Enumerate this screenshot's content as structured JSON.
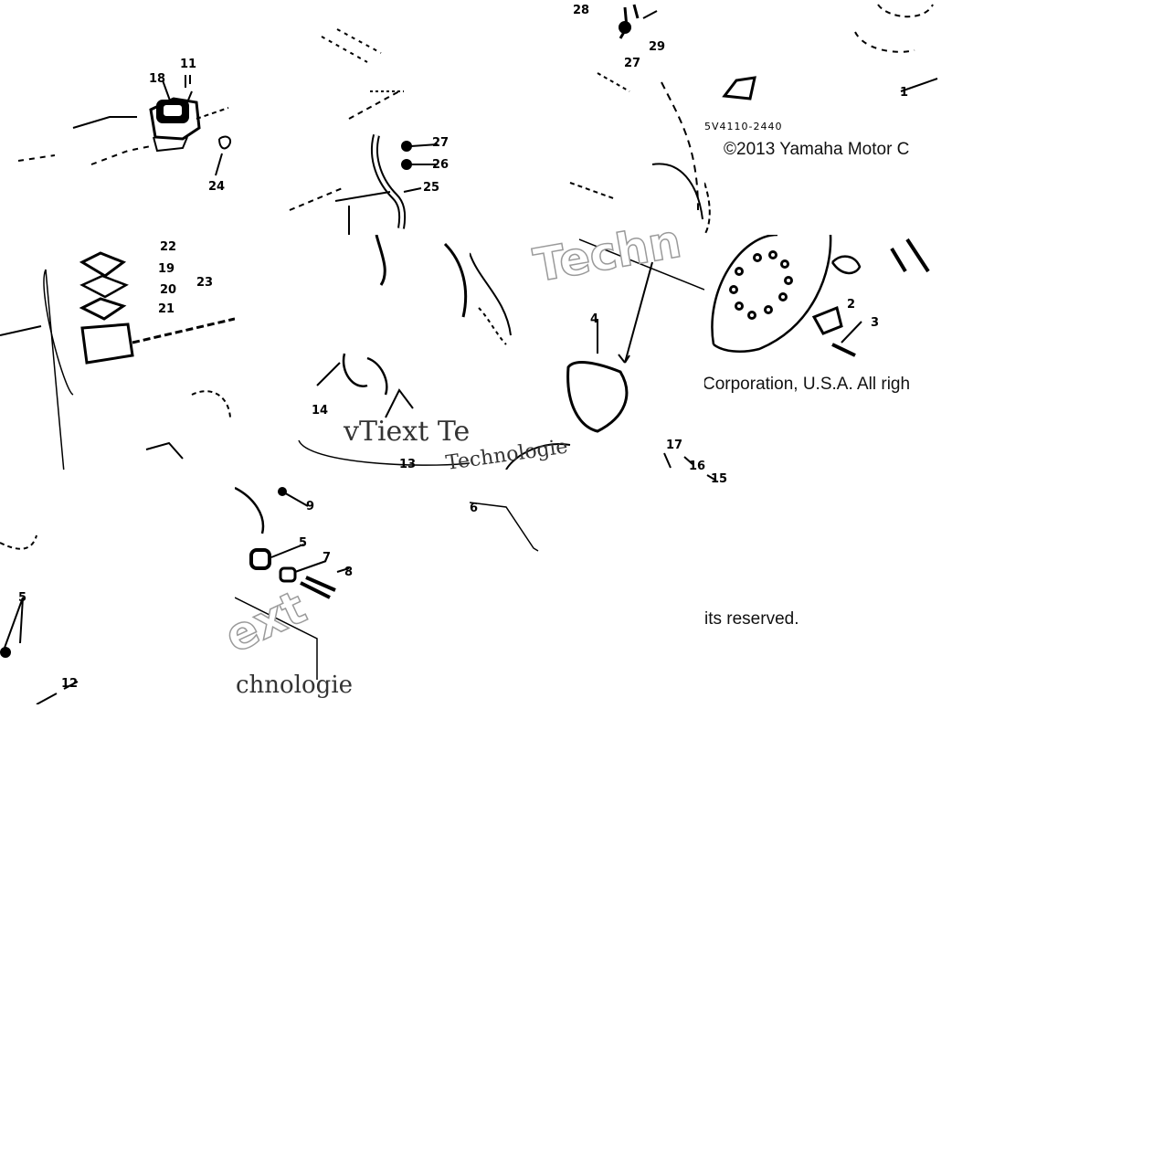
{
  "copyright": {
    "line1": "©2013 Yamaha Motor C",
    "line2": "Corporation, U.S.A. All righ",
    "line3": "its reserved."
  },
  "drawing_number": "5V4110-2440",
  "watermarks": {
    "outline_techn": "Techn",
    "outline_ext": "ext",
    "serif_vitext": "vTiext Te",
    "serif_nologie": "Technologie",
    "serif_chnologie": "chnologie"
  },
  "callouts": {
    "c1": "1",
    "c2": "2",
    "c3": "3",
    "c4": "4",
    "c5": "5",
    "c6": "6",
    "c7": "7",
    "c8": "8",
    "c9": "9",
    "c11": "11",
    "c12": "12",
    "c13": "13",
    "c14": "14",
    "c15": "15",
    "c16": "16",
    "c17": "17",
    "c18": "18",
    "c19": "19",
    "c20": "20",
    "c21": "21",
    "c22": "22",
    "c23": "23",
    "c24": "24",
    "c25": "25",
    "c26": "26",
    "c27a": "27",
    "c27b": "27",
    "c28": "28",
    "c29": "29"
  }
}
